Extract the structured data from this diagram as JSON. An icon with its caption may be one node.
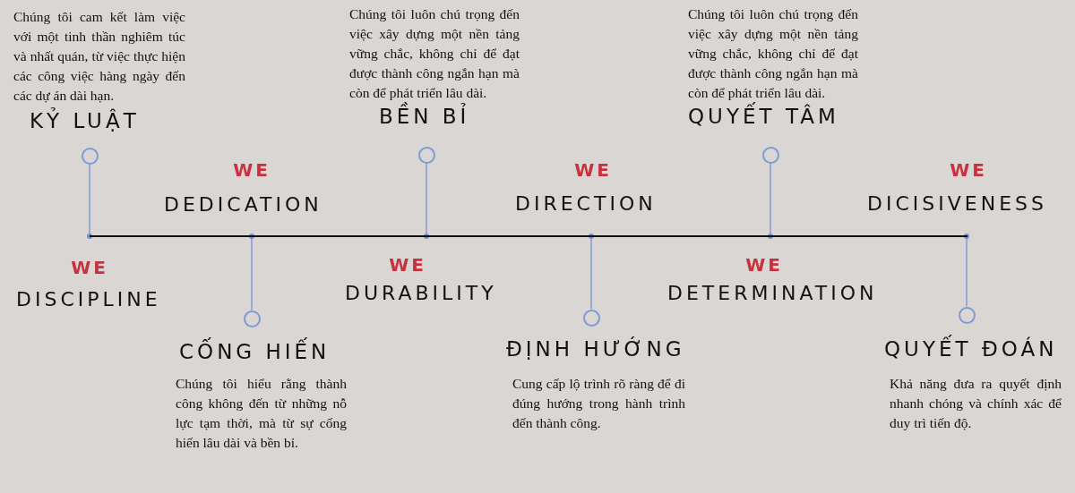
{
  "diagram": {
    "nodes": [
      {
        "text": [],
        "shape": "bar"
      },
      {
        "text": [],
        "shape": "circle",
        "beside": [
          "KỶ LUẬT",
          "Chúng tôi cam kết làm việc với một tinh thần nghiêm túc và nhất quán, từ việc thực hiện các công việc hàng ngày đến các dự án dài hạn.",
          "WE",
          "DISCIPLINE"
        ]
      },
      {
        "text": [],
        "shape": "circle",
        "beside": [
          "CỐNG HIẾN",
          "Chúng tôi hiểu rằng thành công không đến từ những nỗ lực tạm thời, mà từ sự cống hiến lâu dài và bền bỉ.",
          "WE",
          "DEDICATION"
        ]
      },
      {
        "text": [],
        "shape": "circle",
        "beside": [
          "BỀN BỈ",
          "Chúng tôi luôn chú trọng đến việc xây dựng một nền tảng vững chắc, không chỉ để đạt được thành công ngắn hạn mà còn để phát triển lâu dài.",
          "WE",
          "DURABILITY"
        ]
      },
      {
        "text": [],
        "shape": "circle",
        "beside": [
          "ĐỊNH HƯỚNG",
          "Cung cấp lộ trình rõ ràng để đi đúng hướng trong hành trình đến thành công.",
          "WE",
          "DIRECTION"
        ]
      },
      {
        "text": [],
        "shape": "circle",
        "beside": [
          "QUYẾT TÂM",
          "Chúng tôi luôn chú trọng đến việc xây dựng một nền tảng vững chắc, không chỉ để đạt được thành công ngắn hạn mà còn để phát triển lâu dài.",
          "WE",
          "DETERMINATION"
        ]
      },
      {
        "text": [],
        "shape": "circle",
        "beside": [
          "QUYẾT ĐOÁN",
          "Khả năng đưa ra quyết định nhanh chóng và chính xác để duy trì tiến độ.",
          "WE",
          "DICISIVENESS"
        ]
      }
    ],
    "edges": [
      {
        "from": 0,
        "to": 1,
        "arrow": "other"
      },
      {
        "from": 0,
        "to": 2,
        "arrow": "other"
      },
      {
        "from": 0,
        "to": 3,
        "arrow": "other"
      },
      {
        "from": 0,
        "to": 4,
        "arrow": "other"
      },
      {
        "from": 0,
        "to": 5,
        "arrow": "other"
      },
      {
        "from": 0,
        "to": 6,
        "arrow": "other"
      }
    ]
  }
}
